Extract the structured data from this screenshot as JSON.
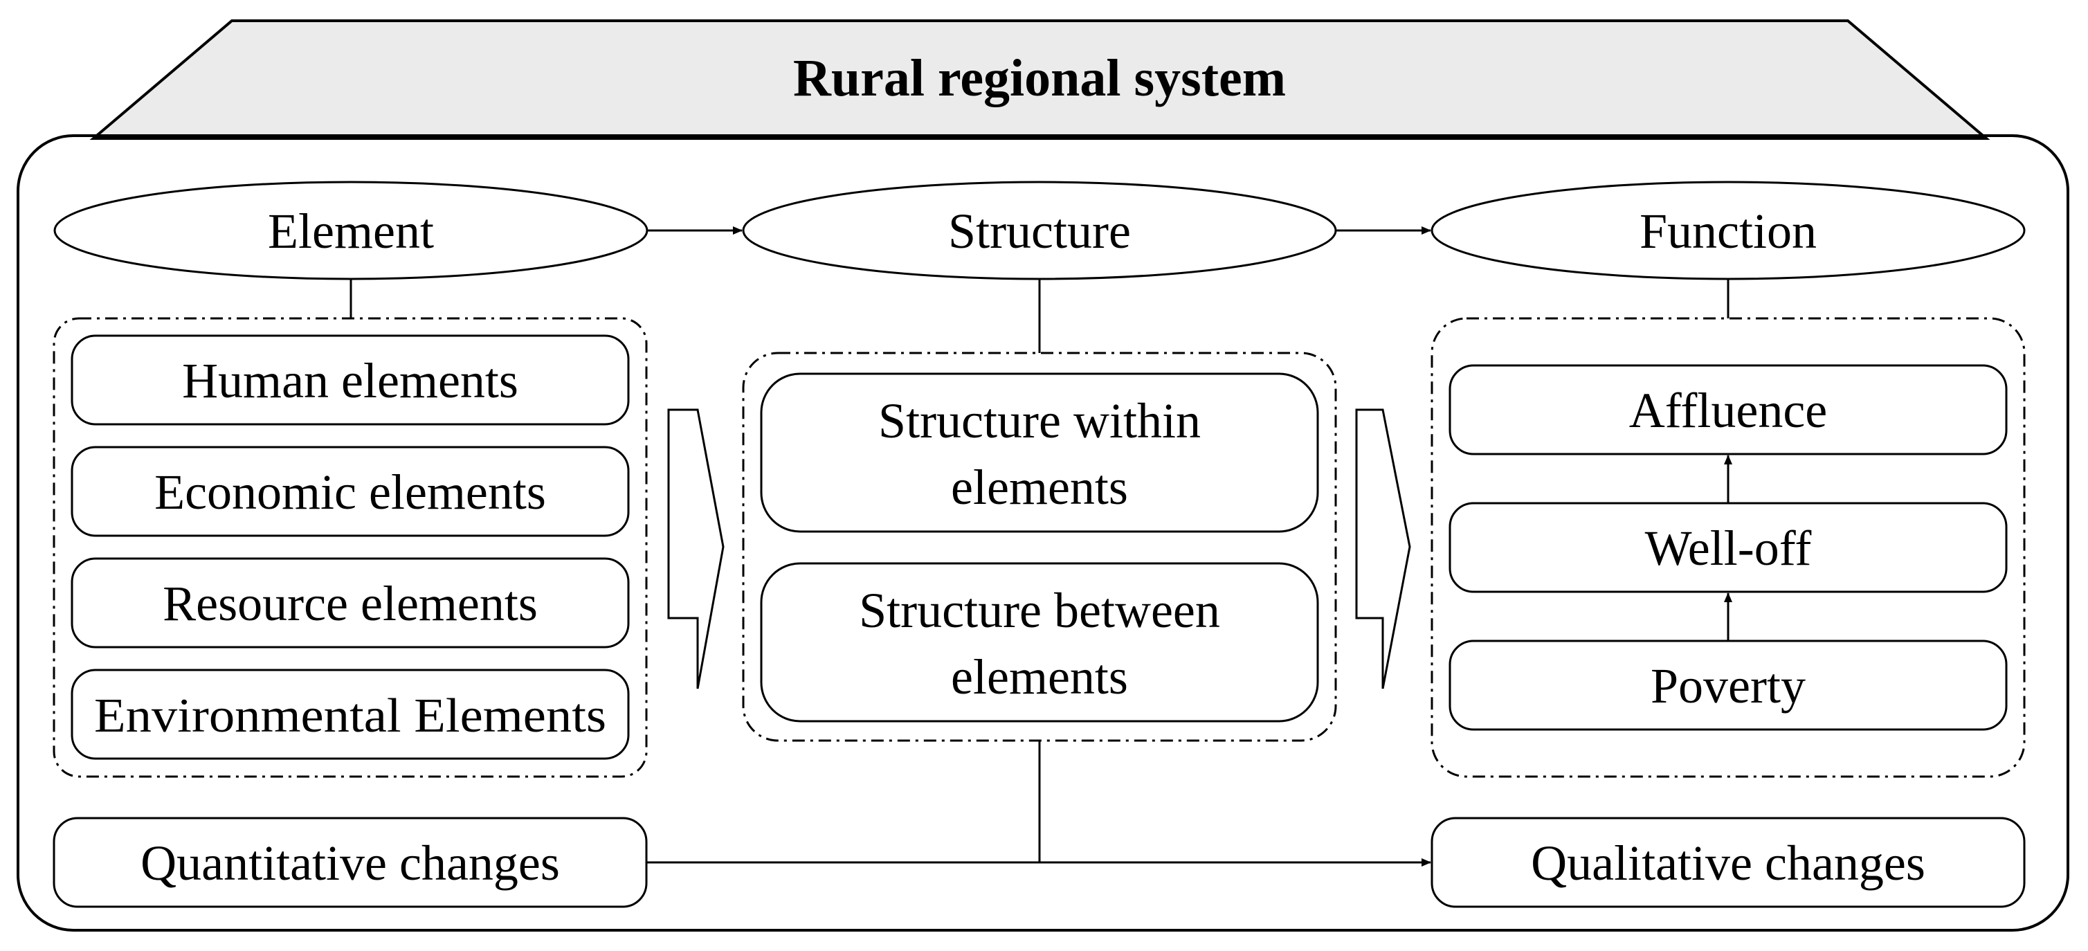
{
  "title": "Rural regional system",
  "headers": {
    "element": "Element",
    "structure": "Structure",
    "function": "Function"
  },
  "element_items": [
    "Human elements",
    "Economic elements",
    "Resource elements",
    "Environmental Elements"
  ],
  "structure_items": [
    [
      "Structure within",
      "elements"
    ],
    [
      "Structure between",
      "elements"
    ]
  ],
  "function_items": [
    "Affluence",
    "Well-off",
    "Poverty"
  ],
  "bottom": {
    "left": "Quantitative changes",
    "right": "Qualitative changes"
  },
  "colors": {
    "stroke": "#000000",
    "roof_fill": "#ebebeb",
    "background": "#ffffff"
  }
}
